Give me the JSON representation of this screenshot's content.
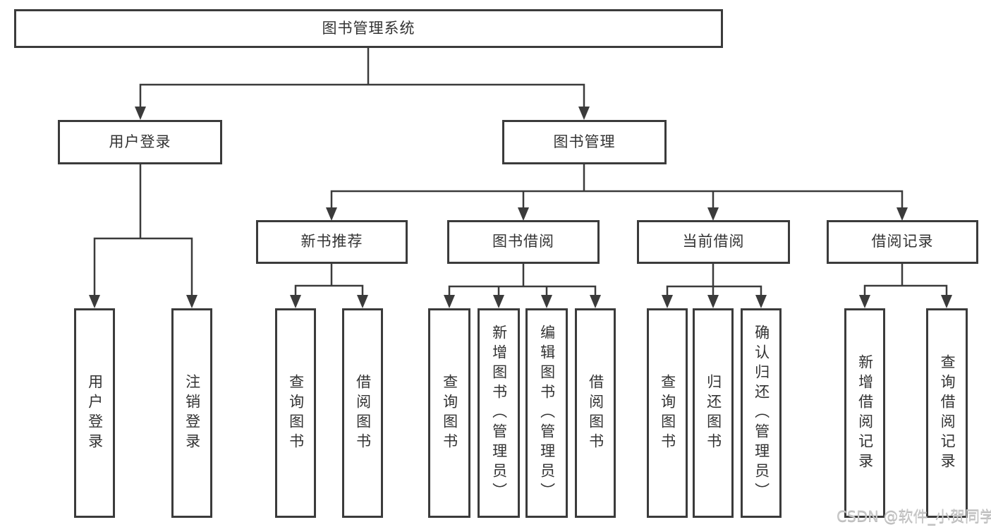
{
  "diagram": {
    "title": "图书管理系统",
    "branches": [
      {
        "label": "用户登录"
      },
      {
        "label": "图书管理"
      }
    ],
    "modules": [
      {
        "label": "新书推荐"
      },
      {
        "label": "图书借阅"
      },
      {
        "label": "当前借阅"
      },
      {
        "label": "借阅记录"
      }
    ],
    "leaves": [
      {
        "label": "用户登录"
      },
      {
        "label": "注销登录"
      },
      {
        "label": "查询图书"
      },
      {
        "label": "借阅图书"
      },
      {
        "label": "查询图书"
      },
      {
        "label": "新增图书（管理员）"
      },
      {
        "label": "编辑图书（管理员）"
      },
      {
        "label": "借阅图书"
      },
      {
        "label": "查询图书"
      },
      {
        "label": "归还图书"
      },
      {
        "label": "确认归还（管理员）"
      },
      {
        "label": "新增借阅记录"
      },
      {
        "label": "查询借阅记录"
      }
    ]
  },
  "watermark": {
    "text": "CSDN @软件_小贺同学"
  },
  "colors": {
    "line": "#3b3b3b",
    "text": "#333333",
    "watermark": "#c8c8c8",
    "background": "#ffffff"
  }
}
